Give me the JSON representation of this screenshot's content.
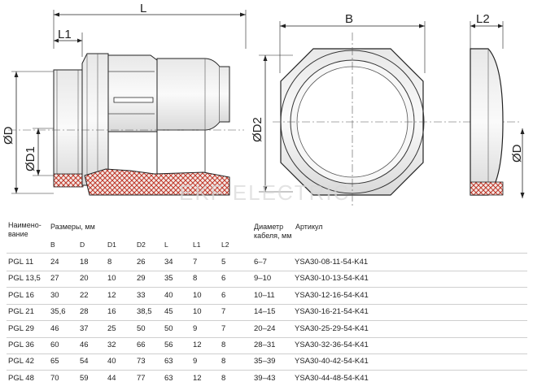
{
  "drawing": {
    "dim_labels": {
      "L": "L",
      "L1": "L1",
      "B": "B",
      "L2": "L2",
      "D": "ØD",
      "D1": "ØD1",
      "D2": "ØD2",
      "D_right": "ØD"
    },
    "watermark": "EKF ELECTRIC"
  },
  "table": {
    "header": {
      "name_line1": "Наимено-",
      "name_line2": "вание",
      "sizes": "Размеры, мм",
      "diam_line1": "Диаметр",
      "diam_line2": "кабеля, мм",
      "article": "Артикул",
      "cols": [
        "B",
        "D",
        "D1",
        "D2",
        "L",
        "L1",
        "L2"
      ]
    },
    "rows": [
      {
        "name": "PGL 11",
        "B": "24",
        "D": "18",
        "D1": "8",
        "D2": "26",
        "L": "34",
        "L1": "7",
        "L2": "5",
        "diam": "6–7",
        "article": "YSA30-08-11-54-K41"
      },
      {
        "name": "PGL 13,5",
        "B": "27",
        "D": "20",
        "D1": "10",
        "D2": "29",
        "L": "35",
        "L1": "8",
        "L2": "6",
        "diam": "9–10",
        "article": "YSA30-10-13-54-K41"
      },
      {
        "name": "PGL 16",
        "B": "30",
        "D": "22",
        "D1": "12",
        "D2": "33",
        "L": "40",
        "L1": "10",
        "L2": "6",
        "diam": "10–11",
        "article": "YSA30-12-16-54-K41"
      },
      {
        "name": "PGL 21",
        "B": "35,6",
        "D": "28",
        "D1": "16",
        "D2": "38,5",
        "L": "45",
        "L1": "10",
        "L2": "7",
        "diam": "14–15",
        "article": "YSA30-16-21-54-K41"
      },
      {
        "name": "PGL 29",
        "B": "46",
        "D": "37",
        "D1": "25",
        "D2": "50",
        "L": "50",
        "L1": "9",
        "L2": "7",
        "diam": "20–24",
        "article": "YSA30-25-29-54-K41"
      },
      {
        "name": "PGL 36",
        "B": "60",
        "D": "46",
        "D1": "32",
        "D2": "66",
        "L": "56",
        "L1": "12",
        "L2": "8",
        "diam": "28–31",
        "article": "YSA30-32-36-54-K41"
      },
      {
        "name": "PGL 42",
        "B": "65",
        "D": "54",
        "D1": "40",
        "D2": "73",
        "L": "63",
        "L1": "9",
        "L2": "8",
        "diam": "35–39",
        "article": "YSA30-40-42-54-K41"
      },
      {
        "name": "PGL 48",
        "B": "70",
        "D": "59",
        "D1": "44",
        "D2": "77",
        "L": "63",
        "L1": "12",
        "L2": "8",
        "diam": "39–43",
        "article": "YSA30-44-48-54-K41"
      }
    ]
  }
}
